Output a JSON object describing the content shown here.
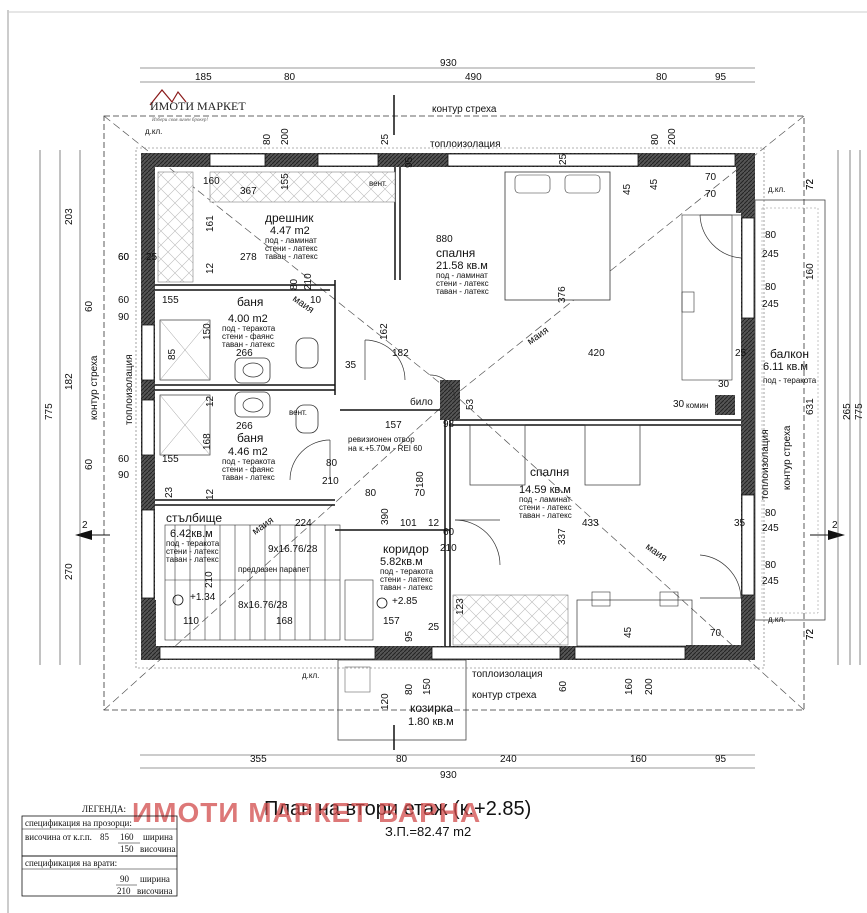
{
  "logo": {
    "text": "ИМОТИ МАРКЕТ",
    "slogan": "Избери своя личен брокер!"
  },
  "top_dims": {
    "overall": "930",
    "segments": [
      "185",
      "80",
      "490",
      "80",
      "95"
    ]
  },
  "bottom_dims": {
    "overall": "930",
    "segments": [
      "355",
      "80",
      "240",
      "160",
      "95"
    ]
  },
  "left_dims": {
    "overall": "775",
    "mid": [
      "203",
      "182",
      "270"
    ],
    "inner": [
      "60",
      "60",
      "60"
    ]
  },
  "right_dims": {
    "overall": "775",
    "mid": [
      "265"
    ],
    "inner": [
      "72",
      "160",
      "631",
      "72"
    ]
  },
  "labels": {
    "eave_top": "контур стреха",
    "insul_top": "топлоизолация",
    "eave_bottom": "контур стреха",
    "insul_bottom": "топлоизолация",
    "eave_left": "контур стреха",
    "insul_left": "топлоизолация",
    "eave_right": "контур стреха",
    "insul_right": "топлоизолация",
    "vent1": "вент.",
    "vent2": "вент.",
    "chimney": "комин",
    "revision": "ревизионен отвор",
    "revision2": "на к.+5.70м - REI 60",
    "railing": "предлазен парапет",
    "stair1": "9х16.76/28",
    "stair2": "8х16.76/28",
    "level1": "+1.34",
    "level2": "+2.85",
    "dkl1": "д.кл.",
    "dkl2": "д.кл.",
    "dkl3": "д.кл.",
    "dkl4": "д.кл.",
    "mayia1": "маия",
    "mayia2": "маия",
    "mayia3": "маия",
    "bilo": "било",
    "section_left": "2",
    "section_right": "2"
  },
  "rooms": [
    {
      "name": "дрешник",
      "area": "4.47 m2",
      "fin": [
        "под - ламинат",
        "стени - латекс",
        "таван - латекс"
      ]
    },
    {
      "name": "спалня",
      "area": "21.58 кв.м",
      "fin": [
        "под - ламинат",
        "стени - латекс",
        "таван - латекс"
      ]
    },
    {
      "name": "баня",
      "area": "4.00 m2",
      "fin": [
        "под - теракота",
        "стени - фаянс",
        "таван - латекс"
      ]
    },
    {
      "name": "балкон",
      "area": "6.11 кв.м",
      "fin": [
        "под - теракота"
      ]
    },
    {
      "name": "баня",
      "area": "4.46 m2",
      "fin": [
        "под - теракота",
        "стени - фаянс",
        "таван - латекс"
      ]
    },
    {
      "name": "спалня",
      "area": "14.59 кв.м",
      "fin": [
        "под - ламинат",
        "стени - латекс",
        "таван - латекс"
      ]
    },
    {
      "name": "стълбище",
      "area": "6.42кв.м",
      "fin": [
        "под - теракота",
        "стени - латекс",
        "таван - латекс"
      ]
    },
    {
      "name": "коридор",
      "area": "5.82кв.м",
      "fin": [
        "под - теракота",
        "стени - латекс",
        "таван - латекс"
      ]
    },
    {
      "name": "козирка",
      "area": "1.80 кв.м",
      "fin": []
    }
  ],
  "inner_dims": {
    "d160": "160",
    "d367": "367",
    "d155a": "155",
    "d161": "161",
    "d880": "880",
    "d278": "278",
    "d210a": "210",
    "d80a": "80",
    "d10": "10",
    "d60a": "60",
    "d25a": "25",
    "d12a": "12",
    "d60b": "60",
    "d155b": "155",
    "d90a": "90",
    "d150": "150",
    "d266a": "266",
    "d85": "85",
    "d162": "162",
    "d182": "182",
    "d420": "420",
    "d376": "376",
    "d35": "35",
    "d25b": "25",
    "d30a": "30",
    "d30b": "30",
    "d53": "53",
    "d98": "98",
    "d157a": "157",
    "d266b": "266",
    "d168": "168",
    "d80b": "80",
    "d210b": "210",
    "d60c": "60",
    "d155c": "155",
    "d90b": "90",
    "d23": "23",
    "d80c": "80",
    "d70a": "70",
    "d180": "180",
    "d224": "224",
    "d101": "101",
    "d12b": "12",
    "d60d": "60",
    "d433": "433",
    "d337": "337",
    "d390": "390",
    "d210c": "210",
    "d210d": "210",
    "d110": "110",
    "d168b": "168",
    "d157b": "157",
    "d123": "123",
    "d45a": "45",
    "d70b": "70",
    "d45b": "45",
    "d70c": "70",
    "d200a": "200",
    "d80d": "80",
    "d80e": "80",
    "d200b": "200",
    "d45c": "45",
    "d70d": "70",
    "d80f": "80",
    "d245a": "245",
    "d80g": "80",
    "d245b": "245",
    "d80h": "80",
    "d245c": "245",
    "d80i": "80",
    "d245d": "245",
    "d120": "120",
    "d80j": "80",
    "d150b": "150",
    "d160b": "160",
    "d200c": "200",
    "d95a": "95",
    "d95b": "95",
    "d25c": "25",
    "d25d": "25",
    "d25e": "25",
    "d60e": "60",
    "d35b": "35",
    "d12c": "12",
    "d12d": "12",
    "d72a": "72",
    "d72b": "72"
  },
  "title": {
    "main": "План на втори етаж (к.+2.85)",
    "sub": "З.П.=82.47 m2"
  },
  "watermark": "ИМОТИ МАРКЕТ ВАРНА",
  "legend": {
    "heading": "ЛЕГЕНДА:",
    "win_spec": "спецификация на прозорци:",
    "sill": "височина от к.г.п.",
    "sill_val": "85",
    "w_val": "160",
    "w_lbl": "ширина",
    "h_val": "150",
    "h_lbl": "височина",
    "door_spec": "спецификация на врати:",
    "dw_val": "90",
    "dw_lbl": "ширина",
    "dh_val": "210",
    "dh_lbl": "височина"
  }
}
